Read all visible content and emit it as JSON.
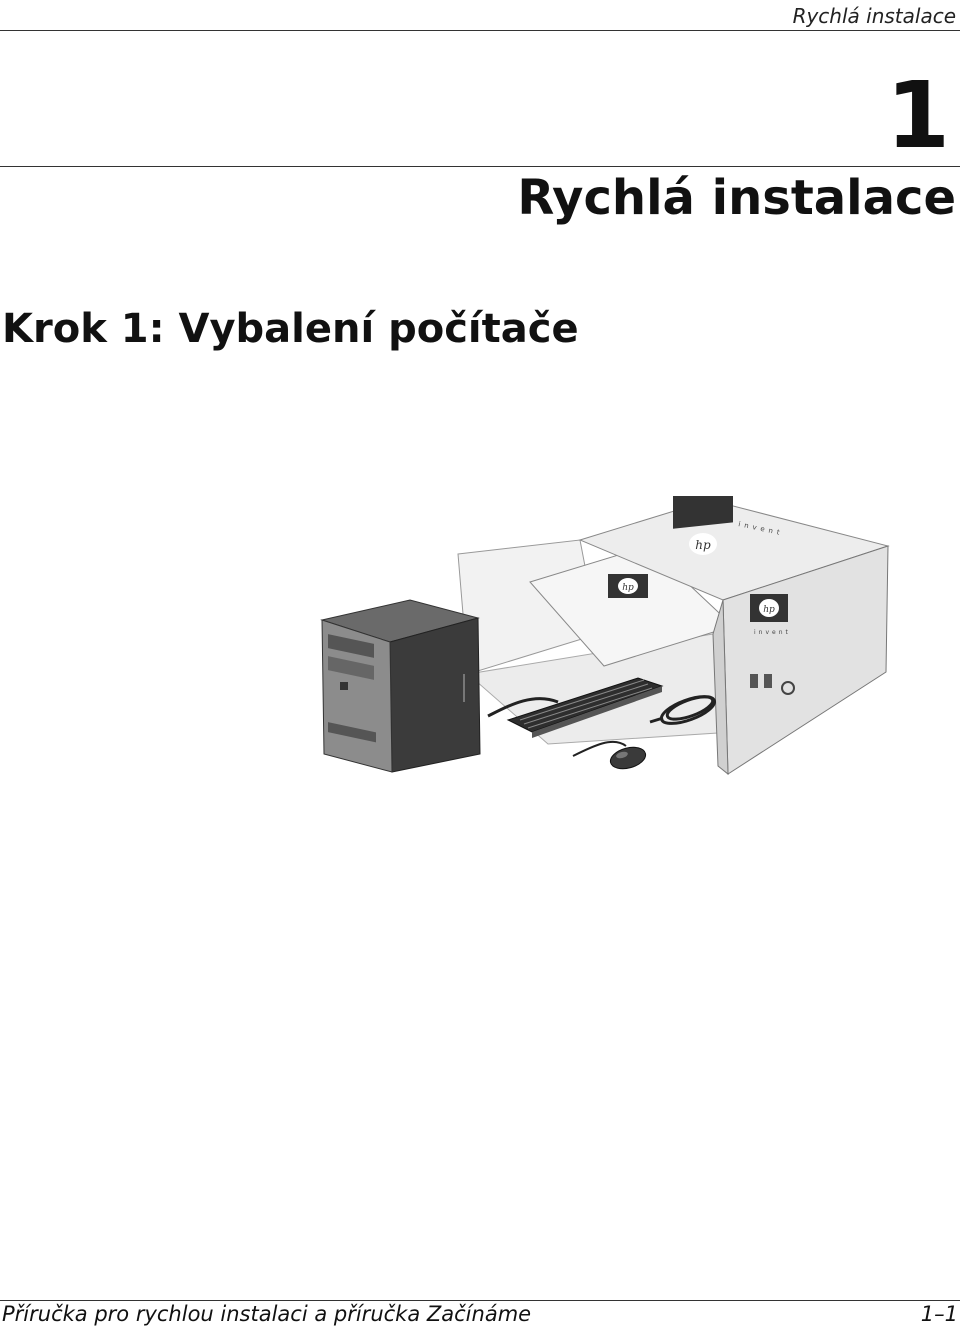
{
  "header": {
    "running_title": "Rychlá instalace"
  },
  "chapter": {
    "number": "1",
    "title": "Rychlá instalace"
  },
  "section": {
    "heading": "Krok 1: Vybalení počítače"
  },
  "illustration": {
    "logo_text": "hp",
    "brand_text": "invent",
    "content": [
      "computer-tower",
      "shipping-box",
      "keyboard",
      "mouse",
      "power-cord"
    ]
  },
  "footer": {
    "book_title": "Příručka pro rychlou instalaci a příručka Začínáme",
    "page_number": "1–1"
  }
}
